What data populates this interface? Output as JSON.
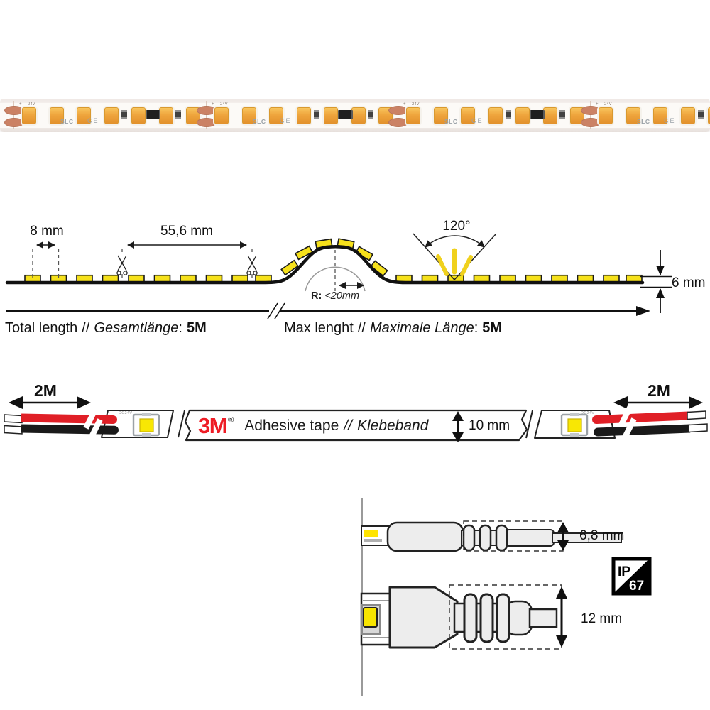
{
  "photo_strip": {
    "plus_mark": "+",
    "voltage_mark": "24V",
    "brand_mark": "SLC",
    "ce_mark": "CE",
    "led_color": "#efa53d",
    "pad_color": "#cb8265"
  },
  "dimension_diagram": {
    "led_pitch": "8 mm",
    "cut_unit_length": "55,6 mm",
    "beam_angle": "120°",
    "strip_height": "6 mm",
    "bend_radius_label": "R:",
    "bend_radius_value": "<20mm",
    "separator": "//",
    "colon": ":",
    "total_length_en": "Total length",
    "total_length_de": "Gesamtlänge",
    "total_length_value": "5M",
    "max_length_en": "Max lenght",
    "max_length_de": "Maximale Länge",
    "max_length_value": "5M",
    "led_color": "#f6e11b"
  },
  "cable_diagram": {
    "lead_length_left": "2M",
    "lead_length_right": "2M",
    "tape_brand": "3M",
    "registered_mark": "®",
    "tape_label_en": "Adhesive tape",
    "tape_label_de": "Klebeband",
    "separator": "//",
    "strip_width": "10 mm",
    "strip_print": "DC24V",
    "tape_brand_color": "#ee1c25",
    "wire_positive_color": "#e01f26",
    "wire_negative_color": "#1a1a1a"
  },
  "connector_diagram": {
    "cable_diameter": "6,8 mm",
    "connector_diameter": "12 mm",
    "ip_prefix": "IP",
    "ip_value": "67"
  }
}
